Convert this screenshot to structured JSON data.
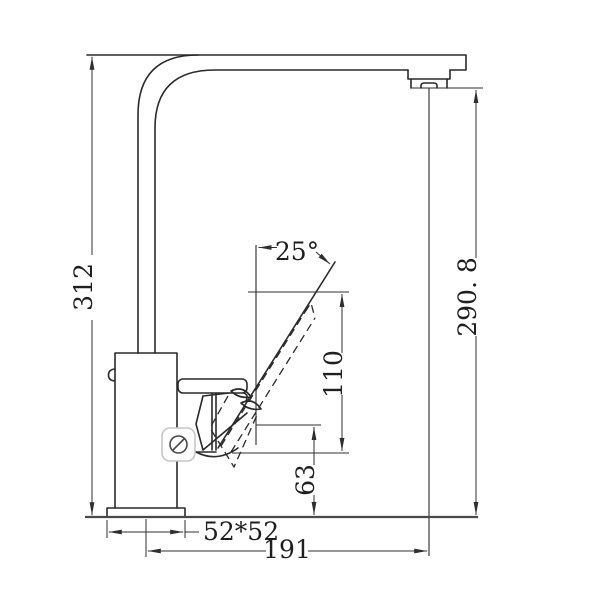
{
  "drawing": {
    "subject": "kitchen-mixer-tap-side-elevation",
    "labels": {
      "overall_height": "312",
      "spout_outlet_height": "290. 8",
      "lever_angle": "25°",
      "lever_top_height": "110",
      "lever_pivot_height": "63",
      "base_footprint": "52*52",
      "spout_reach": "191"
    }
  }
}
